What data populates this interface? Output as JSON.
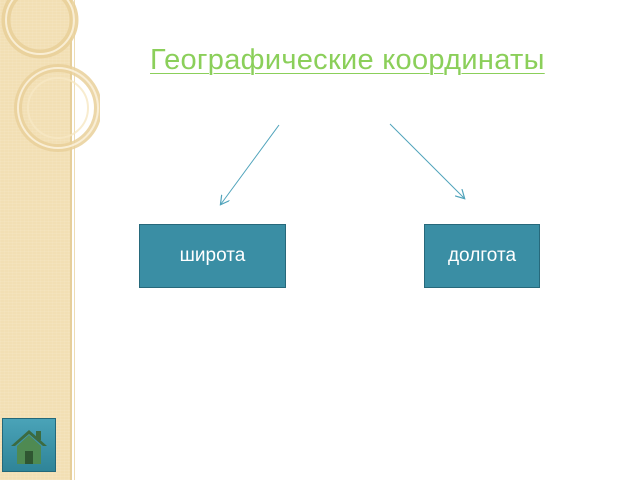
{
  "title": "Географические координаты",
  "boxes": {
    "left_label": "широта",
    "right_label": "долгота"
  },
  "navigation": {
    "home_icon": "home-icon"
  },
  "colors": {
    "title": "#8bcf5a",
    "box_fill": "#3a8ea4",
    "arrow": "#4fa3bb",
    "side_panel": "#f2dfb4"
  }
}
